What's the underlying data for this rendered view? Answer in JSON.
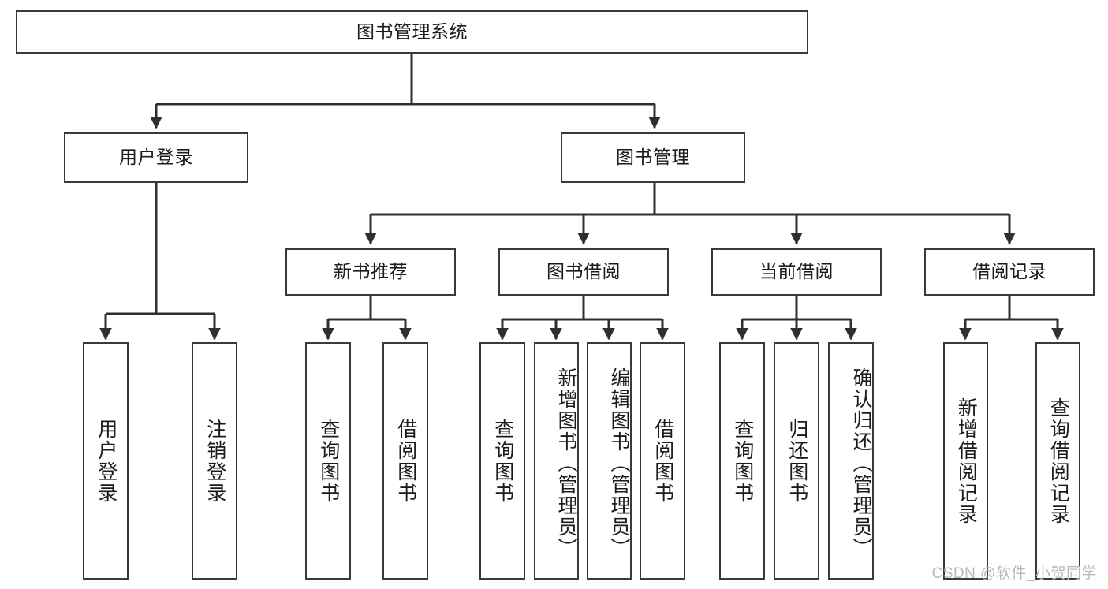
{
  "diagram": {
    "title": "图书管理系统",
    "type": "tree",
    "root": "图书管理系统",
    "stroke_color": "#3a3a3a",
    "fill_color": "#ffffff",
    "text_color": "#1b1b1b"
  },
  "nodes": {
    "root": {
      "label": "图书管理系统"
    },
    "level1": [
      {
        "id": "user-login",
        "label": "用户登录"
      },
      {
        "id": "book-manage",
        "label": "图书管理"
      }
    ],
    "level2": [
      {
        "id": "new-book-recommend",
        "label": "新书推荐"
      },
      {
        "id": "book-borrow",
        "label": "图书借阅"
      },
      {
        "id": "current-borrow",
        "label": "当前借阅"
      },
      {
        "id": "borrow-record",
        "label": "借阅记录"
      }
    ],
    "leaves": {
      "user_login": [
        {
          "id": "leaf-user-login",
          "label": "用户登录"
        },
        {
          "id": "leaf-user-logout",
          "label": "注销登录"
        }
      ],
      "new_book_recommend": [
        {
          "id": "leaf-query-book-1",
          "label": "查询图书"
        },
        {
          "id": "leaf-borrow-book-1",
          "label": "借阅图书"
        }
      ],
      "book_borrow": [
        {
          "id": "leaf-query-book-2",
          "label": "查询图书"
        },
        {
          "id": "leaf-add-book",
          "label": "新增图书（管理员）"
        },
        {
          "id": "leaf-edit-book",
          "label": "编辑图书（管理员）"
        },
        {
          "id": "leaf-borrow-book-2",
          "label": "借阅图书"
        }
      ],
      "current_borrow": [
        {
          "id": "leaf-query-book-3",
          "label": "查询图书"
        },
        {
          "id": "leaf-return-book",
          "label": "归还图书"
        },
        {
          "id": "leaf-confirm-return",
          "label": "确认归还（管理员）"
        }
      ],
      "borrow_record": [
        {
          "id": "leaf-add-record",
          "label": "新增借阅记录"
        },
        {
          "id": "leaf-query-record",
          "label": "查询借阅记录"
        }
      ]
    }
  },
  "watermark": {
    "text": "CSDN @软件_小贺同学"
  }
}
